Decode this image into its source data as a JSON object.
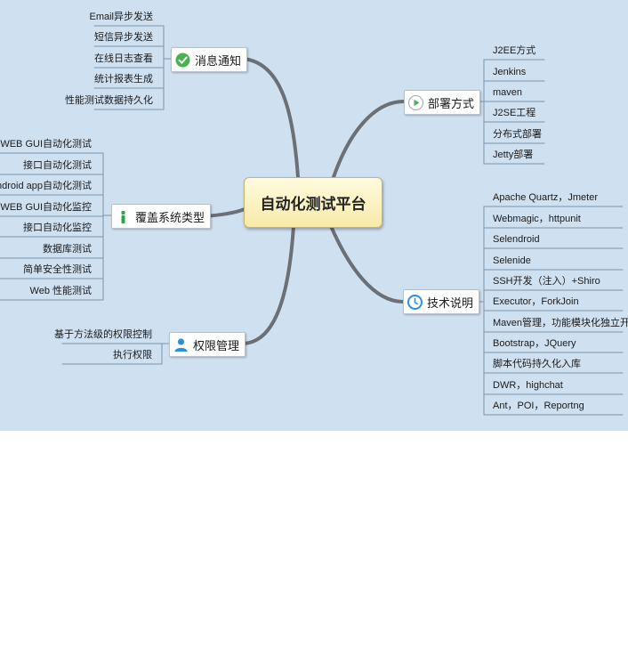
{
  "central": "自动化测试平台",
  "branches": {
    "notify": {
      "label": "消息通知",
      "icon": "check-circle-icon",
      "items": [
        "Email异步发送",
        "短信异步发送",
        "在线日志查看",
        "统计报表生成",
        "性能测试数据持久化"
      ]
    },
    "coverage": {
      "label": "覆盖系统类型",
      "icon": "info-icon",
      "items": [
        "WEB GUI自动化测试",
        "接口自动化测试",
        "Android app自动化测试",
        "WEB GUI自动化监控",
        "接口自动化监控",
        "数据库测试",
        "简单安全性测试",
        "Web 性能测试"
      ]
    },
    "permission": {
      "label": "权限管理",
      "icon": "user-icon",
      "items": [
        "基于方法级的权限控制",
        "执行权限"
      ]
    },
    "deploy": {
      "label": "部署方式",
      "icon": "play-icon",
      "items": [
        "J2EE方式",
        "Jenkins",
        "maven",
        "J2SE工程",
        "分布式部署",
        "Jetty部署"
      ]
    },
    "tech": {
      "label": "技术说明",
      "icon": "clock-icon",
      "items": [
        "Apache Quartz，Jmeter",
        "Webmagic，httpunit",
        "Selendroid",
        "Selenide",
        "SSH开发（注入）+Shiro",
        "Executor，ForkJoin",
        "Maven管理，功能模块化独立开发",
        "Bootstrap，JQuery",
        "脚本代码持久化入库",
        "DWR，highchat",
        "Ant，POI，Reportng"
      ]
    }
  },
  "colors": {
    "background": "#cfe0f1",
    "trunk": "#6b6f76",
    "leaf_line": "#7e93ab",
    "central_fill": "#f8eaa8",
    "check_icon": "#4caf50",
    "info_icon": "#29a745",
    "play_icon": "#4caf50",
    "user_icon": "#2f8fd8",
    "clock_icon": "#2f8fd8"
  }
}
